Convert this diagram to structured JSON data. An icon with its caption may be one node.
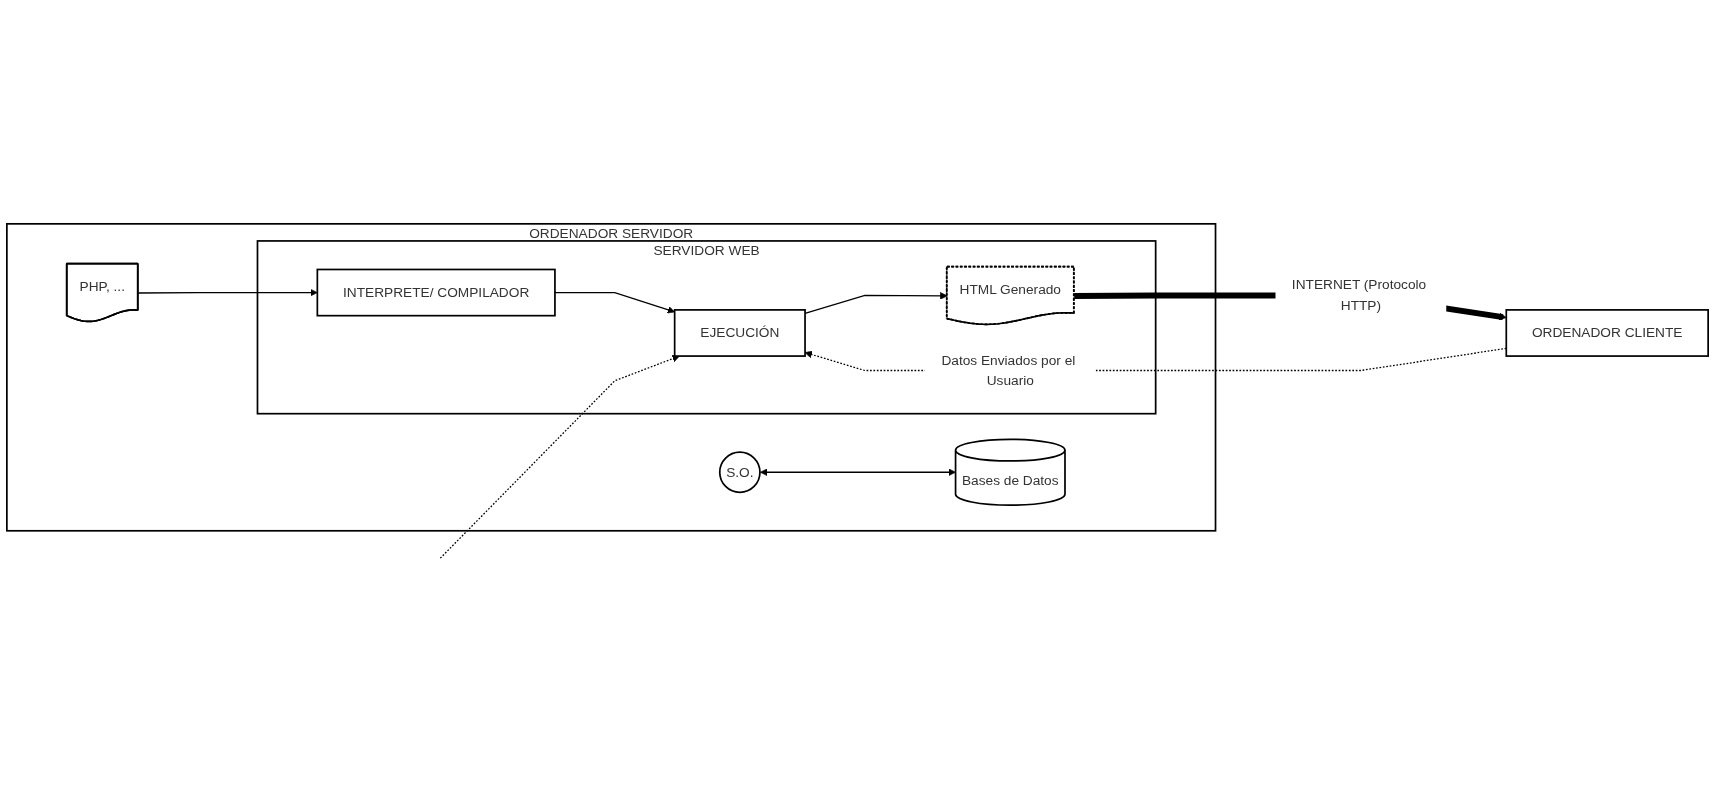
{
  "diagram": {
    "nodes": [
      {
        "text": [
          "ORDENADOR SERVIDOR"
        ]
      },
      {
        "text": [
          "SERVIDOR WEB"
        ],
        "in": 0
      },
      {
        "text": [
          "INTERPRETE/ COMPILADOR"
        ],
        "in": 1
      },
      {
        "text": [
          "EJECUCIÓN"
        ],
        "in": 1
      },
      {
        "text": [
          "HTML Generado"
        ],
        "in": 1
      },
      {
        "text": [
          "PHP, ..."
        ],
        "in": 0
      },
      {
        "text": [
          "S.O."
        ],
        "in": 0
      },
      {
        "text": [
          "Bases de Datos"
        ],
        "in": 0
      },
      {
        "text": [
          "ORDENADOR CLIENTE"
        ]
      }
    ],
    "edges": [
      {
        "from": 2,
        "to": 3,
        "arrow": "to"
      },
      {
        "from": 3,
        "to": 4,
        "arrow": "to"
      },
      {
        "from": 4,
        "to": 8,
        "arrow": "to",
        "label": "INTERNET (Protocolo HTTP)",
        "style": "thick"
      },
      {
        "from": 8,
        "to": 3,
        "arrow": "to",
        "label": "Datos Enviados por el Usuario",
        "style": "dashed"
      },
      {
        "from": 5,
        "to": 2,
        "arrow": "to"
      },
      {
        "from": 6,
        "to": 7,
        "arrow": "both"
      },
      {
        "from": null,
        "to": 3,
        "arrow": "to",
        "style": "dashed"
      }
    ]
  }
}
